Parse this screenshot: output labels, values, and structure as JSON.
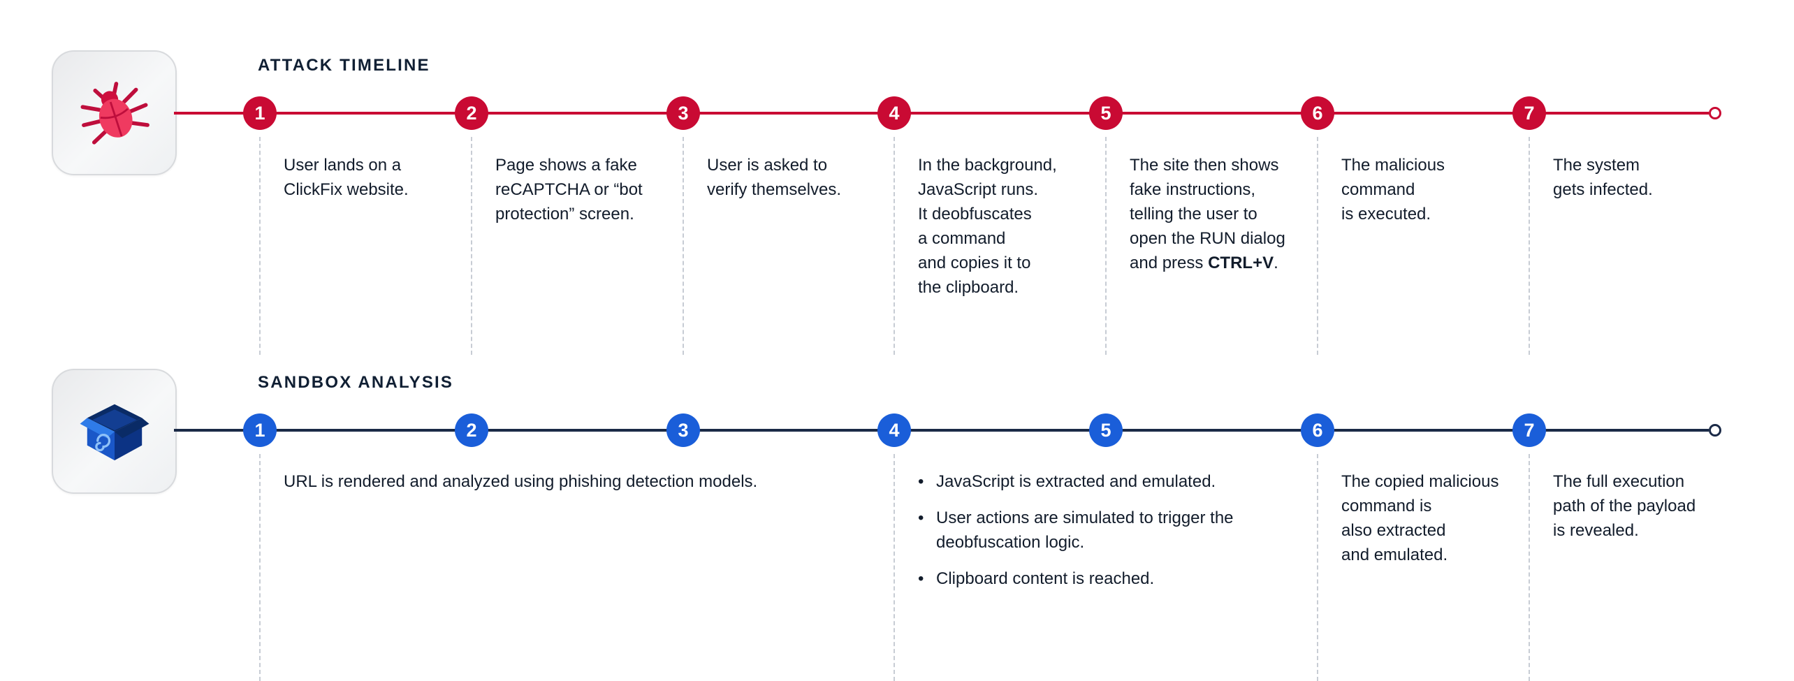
{
  "attack": {
    "title": "ATTACK TIMELINE",
    "accent_color": "#C90A33",
    "icon": "bug-icon",
    "steps": [
      {
        "num": "1",
        "text": "User lands on a\nClickFix website."
      },
      {
        "num": "2",
        "text": "Page shows a fake\nreCAPTCHA or “bot\nprotection” screen."
      },
      {
        "num": "3",
        "text": "User is asked to\nverify themselves."
      },
      {
        "num": "4",
        "text": "In the background,\nJavaScript runs.\nIt deobfuscates\na command\nand copies it to\nthe clipboard."
      },
      {
        "num": "5",
        "text_pre": "The site then shows\nfake instructions,\ntelling the user to\nopen the RUN dialog\nand press ",
        "text_bold": "CTRL+V",
        "text_post": "."
      },
      {
        "num": "6",
        "text": "The malicious\ncommand\nis executed."
      },
      {
        "num": "7",
        "text": "The system\ngets infected."
      }
    ]
  },
  "sandbox": {
    "title": "SANDBOX ANALYSIS",
    "accent_color": "#1A5ED9",
    "line_color": "#1B2A47",
    "icon": "sandbox-icon",
    "steps": [
      {
        "num": "1"
      },
      {
        "num": "2"
      },
      {
        "num": "3"
      },
      {
        "num": "4"
      },
      {
        "num": "5"
      },
      {
        "num": "6"
      },
      {
        "num": "7"
      }
    ],
    "notes": {
      "phase1": "URL is rendered and analyzed using phishing detection models.",
      "phase4_bullets": [
        "JavaScript is extracted and emulated.",
        "User actions are simulated to trigger the\ndeobfuscation logic.",
        "Clipboard content is reached."
      ],
      "phase6": "The copied malicious\ncommand is\nalso extracted\nand emulated.",
      "phase7": "The full execution\npath of the payload\nis revealed."
    }
  }
}
